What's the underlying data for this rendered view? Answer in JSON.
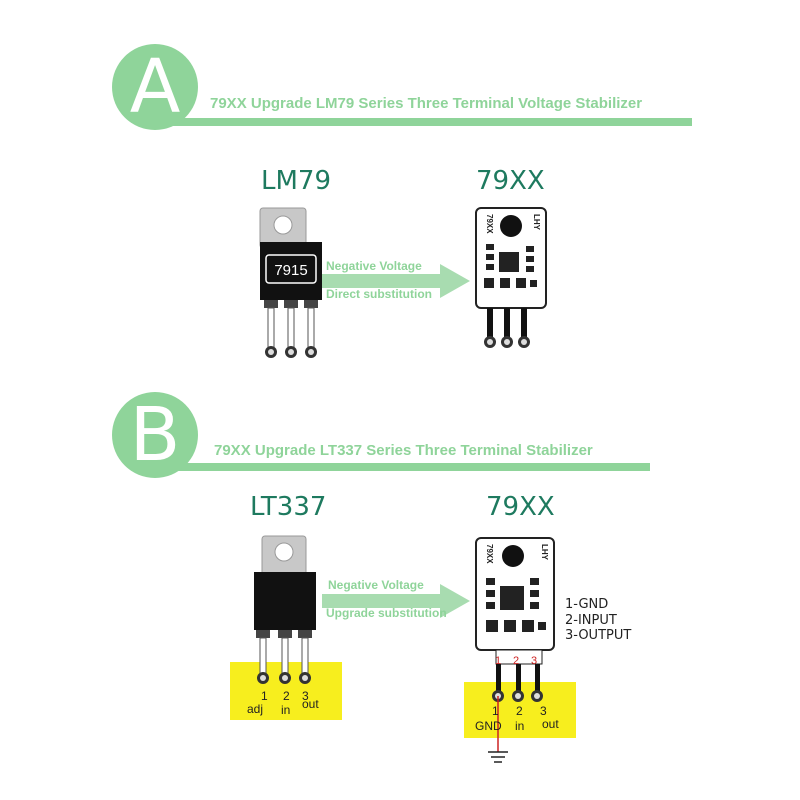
{
  "section_a": {
    "letter": "A",
    "title": "79XX Upgrade LM79 Series Three Terminal Voltage Stabilizer",
    "left_part": "LM79",
    "right_part": "79XX",
    "chip_marking": "7915",
    "module_label_left": "79XX",
    "module_label_right": "LHY",
    "arrow_line1": "Negative Voltage",
    "arrow_line2": "Direct substitution"
  },
  "section_b": {
    "letter": "B",
    "title": "79XX Upgrade LT337 Series Three Terminal Stabilizer",
    "left_part": "LT337",
    "right_part": "79XX",
    "module_label_left": "79XX",
    "module_label_right": "LHY",
    "arrow_line1": "Negative Voltage",
    "arrow_line2": "Upgrade substitution",
    "pin_legend": [
      "1-GND",
      "2-INPUT",
      "3-OUTPUT"
    ],
    "left_pins": {
      "numbers": [
        "1",
        "2",
        "3"
      ],
      "names": [
        "adj",
        "in",
        "out"
      ]
    },
    "module_header_numbers": [
      "1",
      "2",
      "3"
    ],
    "right_pins": {
      "numbers": [
        "1",
        "2",
        "3"
      ],
      "names": [
        "GND",
        "in",
        "out"
      ]
    }
  },
  "colors": {
    "accent_green": "#8fd49a",
    "title_green": "#1e7a5f",
    "label_yellow": "#f7ee1e",
    "pin_marker_red": "#cc2222"
  }
}
